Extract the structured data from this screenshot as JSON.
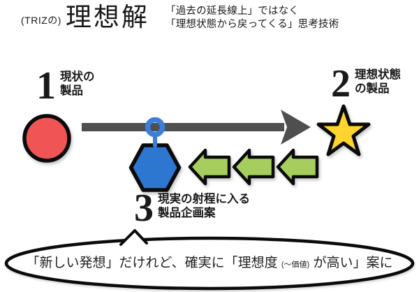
{
  "header": {
    "prefix": "(TRIZの)",
    "title": "理想解",
    "subtitle_line1": "「過去の延長線上」ではなく",
    "subtitle_line2": "「理想状態から戻ってくる」思考技術"
  },
  "nodes": {
    "n1": {
      "number": "1",
      "label_line1": "現状の",
      "label_line2": "製品"
    },
    "n2": {
      "number": "2",
      "label_line1": "理想状態",
      "label_line2": "の製品"
    },
    "n3": {
      "number": "3",
      "label_line1": "現実の射程に入る",
      "label_line2": "製品企画案"
    }
  },
  "bubble": {
    "text_before": "「新しい発想」だけれど、確実に「理想度 ",
    "text_small": "(～価値)",
    "text_after": " が高い」案に"
  },
  "icons": {
    "current_product": "red-circle-icon",
    "ideal_product": "star-icon",
    "planned_product": "hexagon-icon",
    "forward": "right-arrow-icon",
    "backcast": "left-arrow-icon",
    "marker": "pin-icon"
  },
  "colors": {
    "red_circle": "#F05454",
    "arrow_gray": "#4F4F4F",
    "pin_blue": "#3B7EDC",
    "hexagon_blue": "#2E77D0",
    "green_arrow": "#A6CE5E",
    "star_yellow": "#FFD42E",
    "outline_black": "#0B0B0B",
    "bubble_fill": "#FFFFFF"
  }
}
